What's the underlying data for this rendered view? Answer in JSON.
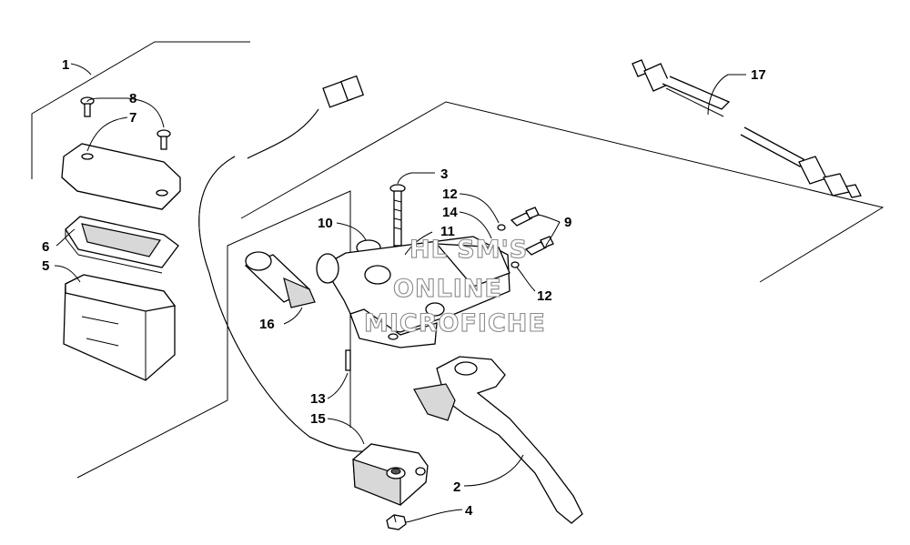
{
  "callouts": [
    {
      "id": "1",
      "label": "1"
    },
    {
      "id": "2",
      "label": "2"
    },
    {
      "id": "3",
      "label": "3"
    },
    {
      "id": "4",
      "label": "4"
    },
    {
      "id": "5",
      "label": "5"
    },
    {
      "id": "6",
      "label": "6"
    },
    {
      "id": "7",
      "label": "7"
    },
    {
      "id": "8",
      "label": "8"
    },
    {
      "id": "9",
      "label": "9"
    },
    {
      "id": "10",
      "label": "10"
    },
    {
      "id": "11",
      "label": "11"
    },
    {
      "id": "12a",
      "label": "12"
    },
    {
      "id": "12b",
      "label": "12"
    },
    {
      "id": "13",
      "label": "13"
    },
    {
      "id": "14",
      "label": "14"
    },
    {
      "id": "15",
      "label": "15"
    },
    {
      "id": "16",
      "label": "16"
    },
    {
      "id": "17",
      "label": "17"
    }
  ],
  "watermark": {
    "line1": "HL SM'S",
    "line2": "ONLINE",
    "line3": "MICROFICHE"
  }
}
